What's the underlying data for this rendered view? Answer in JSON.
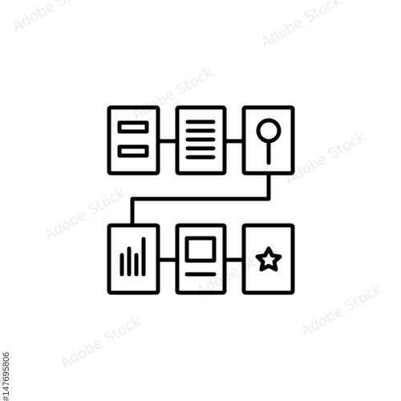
{
  "icon": {
    "name": "workflow-flowchart-icon",
    "stroke_color": "#000000",
    "cards": [
      {
        "name": "form-fields-card",
        "glyph": "form-fields-icon"
      },
      {
        "name": "text-document-card",
        "glyph": "text-lines-icon"
      },
      {
        "name": "search-card",
        "glyph": "magnifier-icon"
      },
      {
        "name": "bar-chart-card",
        "glyph": "bar-chart-icon"
      },
      {
        "name": "media-page-card",
        "glyph": "image-text-icon"
      },
      {
        "name": "favorite-card",
        "glyph": "star-icon"
      }
    ]
  },
  "watermark": {
    "text": "Adobe Stock",
    "color": "#e8e8e8"
  },
  "stock_id": "#147695806"
}
